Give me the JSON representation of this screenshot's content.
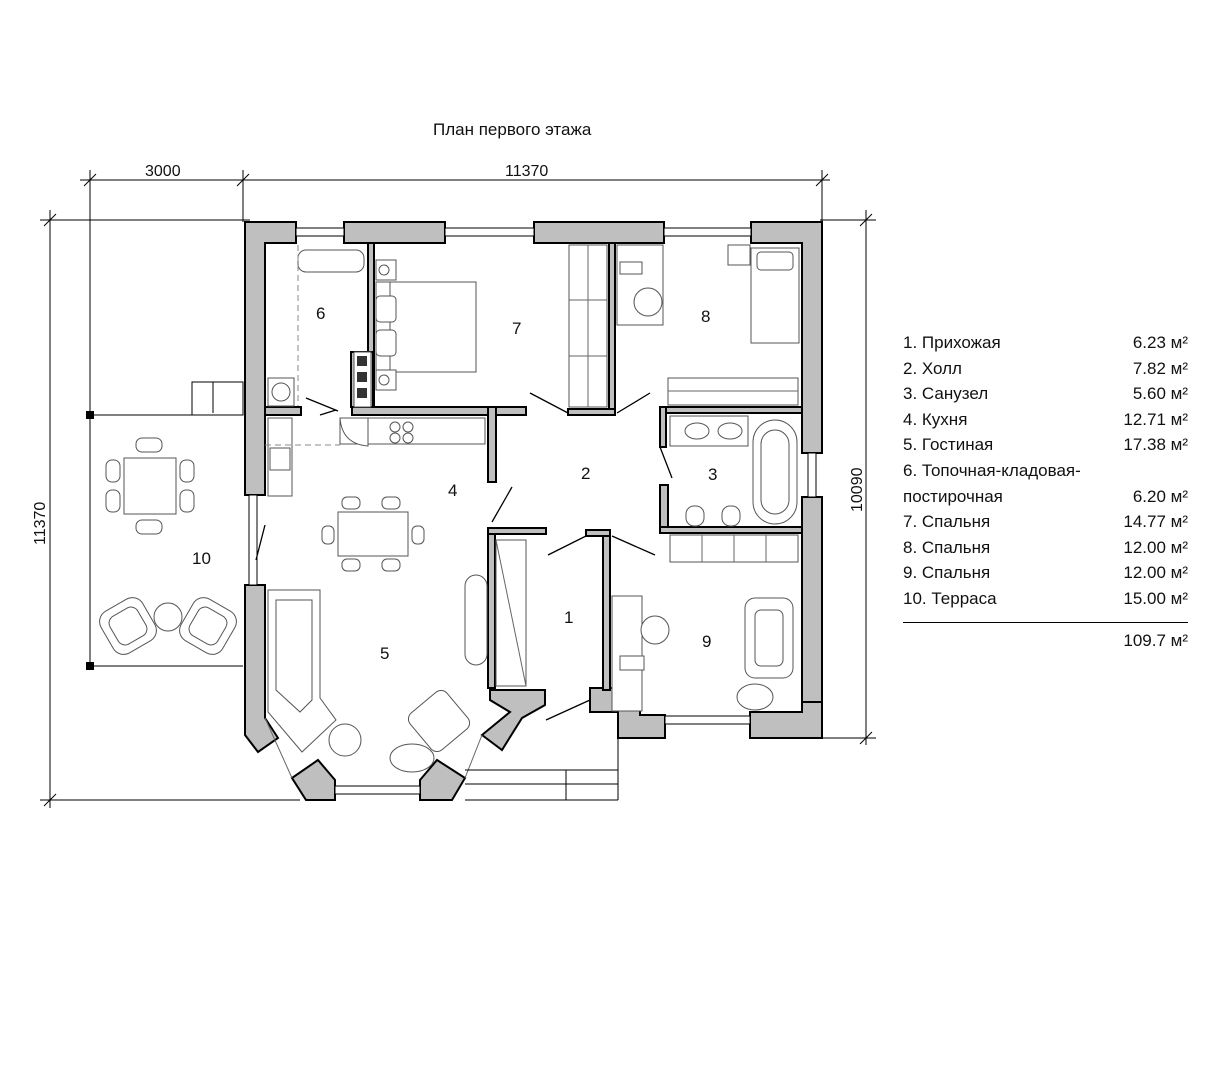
{
  "title": "План первого этажа",
  "dimensions": {
    "top_left": "3000",
    "top_main": "11370",
    "left_total": "11370",
    "right_total": "10090"
  },
  "room_numbers": [
    "1",
    "2",
    "3",
    "4",
    "5",
    "6",
    "7",
    "8",
    "9",
    "10"
  ],
  "legend": [
    {
      "name": "1. Прихожая",
      "area": "6.23 м²"
    },
    {
      "name": "2. Холл",
      "area": "7.82 м²"
    },
    {
      "name": "3. Санузел",
      "area": "5.60 м²"
    },
    {
      "name": "4. Кухня",
      "area": "12.71 м²"
    },
    {
      "name": "5. Гостиная",
      "area": "17.38 м²"
    },
    {
      "name": "6. Топочная-кладовая-",
      "name2": "постирочная",
      "area": "6.20 м²"
    },
    {
      "name": "7. Спальня",
      "area": "14.77 м²"
    },
    {
      "name": "8. Спальня",
      "area": "12.00 м²"
    },
    {
      "name": "9. Спальня",
      "area": "12.00 м²"
    },
    {
      "name": "10. Терраса",
      "area": "15.00 м²"
    }
  ],
  "total": "109.7 м²"
}
